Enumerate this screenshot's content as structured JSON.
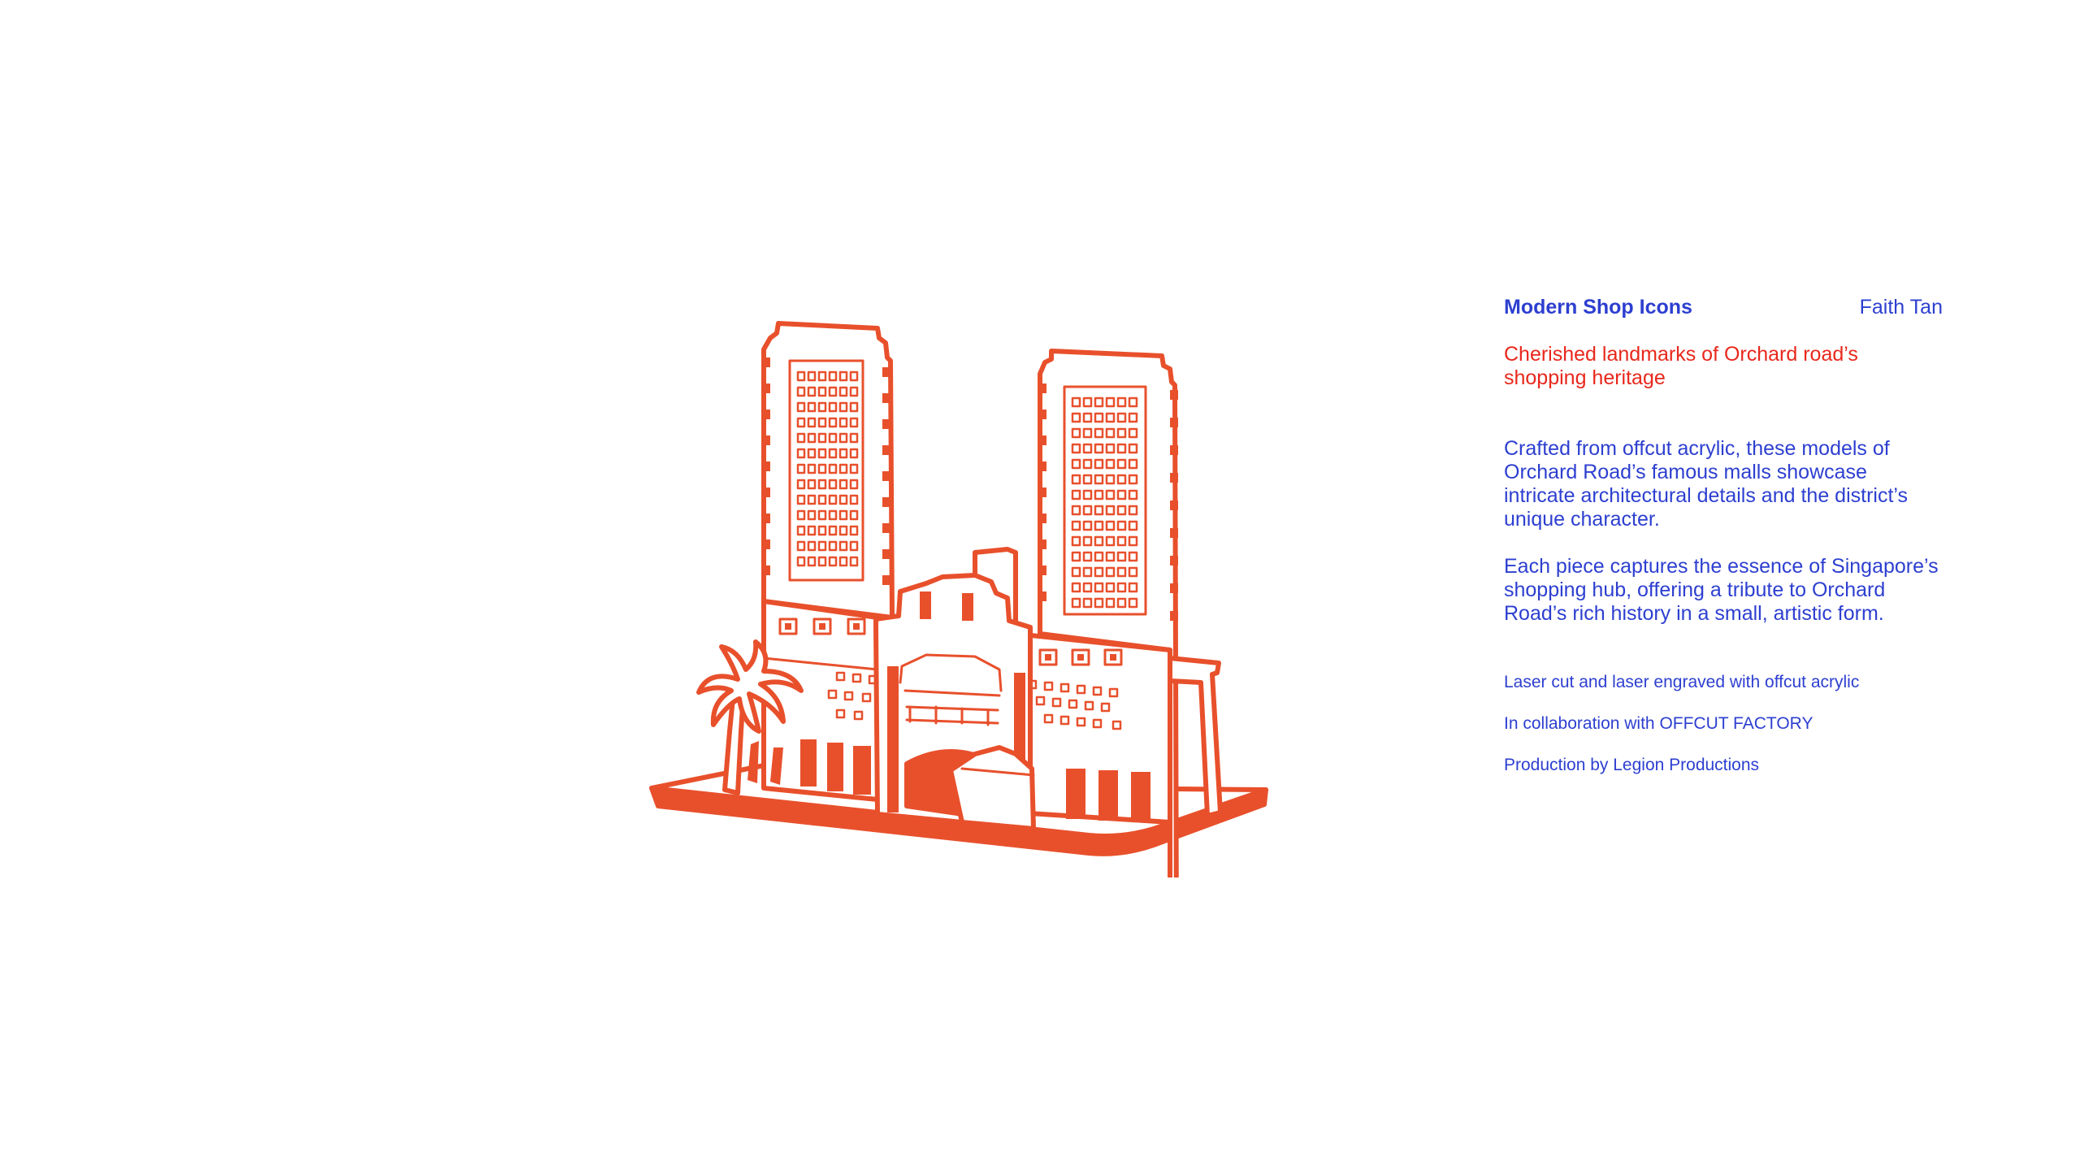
{
  "project": {
    "title": "Modern Shop Icons",
    "author": "Faith Tan",
    "tagline": "Cherished landmarks of Orchard road’s shopping heritage",
    "paragraphs": [
      "Crafted from offcut acrylic, these models of Orchard Road’s famous malls showcase intricate architectural details and the district’s unique character.",
      "Each piece captures the essence of Singapore’s shopping hub, offering a tribute to Orchard Road’s rich history in a small, artistic form."
    ],
    "credits": [
      "Laser cut and laser engraved with offcut acrylic",
      "In collaboration with OFFCUT FACTORY",
      "Production by Legion Productions"
    ]
  },
  "illustration": {
    "icon": "mall-model-illustration",
    "stroke_color": "#e8502c",
    "fill_color": "#ffffff"
  },
  "colors": {
    "primary_text": "#2d3fd0",
    "accent_text": "#e8281c",
    "background": "#ffffff"
  }
}
